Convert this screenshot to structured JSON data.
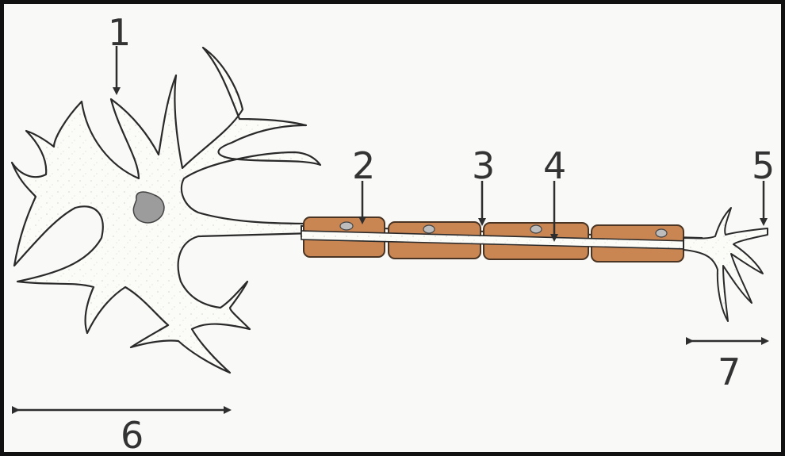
{
  "diagram": {
    "labels": {
      "l1": "1",
      "l2": "2",
      "l3": "3",
      "l4": "4",
      "l5": "5",
      "l6": "6",
      "l7": "7"
    },
    "colors": {
      "myelin": "#c98552",
      "myelin_edge": "#4a3423",
      "cell_fill": "#fbfbf8",
      "outline": "#2a2a2a",
      "nucleus": "#9c9c9c",
      "arrow": "#2e2e2e",
      "background": "#f9f9f7"
    }
  }
}
